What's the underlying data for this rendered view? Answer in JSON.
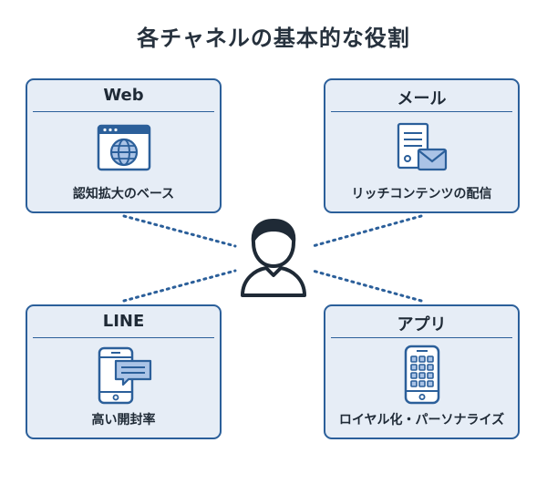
{
  "title": "各チャネルの基本的な役割",
  "channels": [
    {
      "name": "Web",
      "caption": "認知拡大のベース",
      "icon": "browser-globe-icon"
    },
    {
      "name": "メール",
      "caption": "リッチコンテンツの配信",
      "icon": "document-mail-icon"
    },
    {
      "name": "LINE",
      "caption": "高い開封率",
      "icon": "phone-chat-icon"
    },
    {
      "name": "アプリ",
      "caption": "ロイヤル化・パーソナライズ",
      "icon": "phone-app-grid-icon"
    }
  ],
  "center_icon": "user-icon",
  "colors": {
    "accent": "#2b5f9a",
    "card_bg": "#e6edf6",
    "icon_fill": "#aac3e6",
    "text": "#1f2a36"
  }
}
